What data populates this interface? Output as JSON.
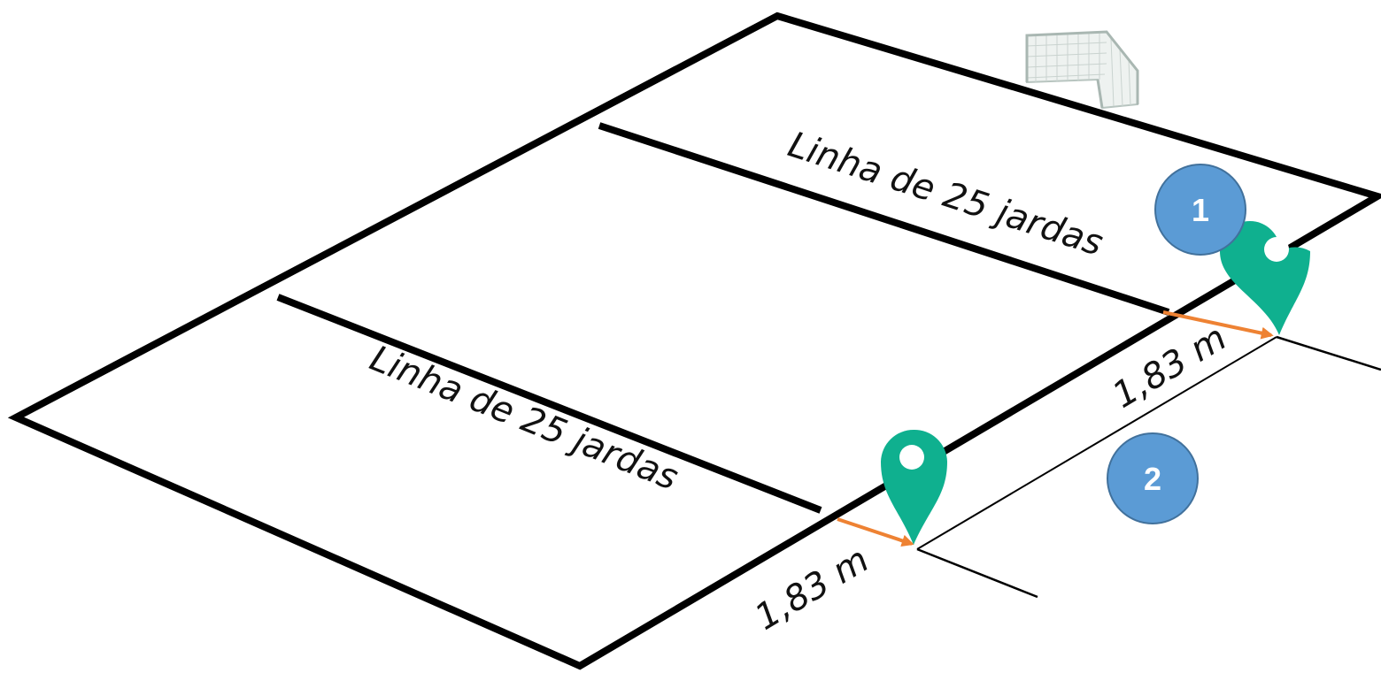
{
  "labels": {
    "line_upper": "Linha de 25 jardas",
    "line_lower": "Linha de 25 jardas",
    "distance_upper": "1,83 m",
    "distance_lower": "1,83 m"
  },
  "badges": {
    "one": "1",
    "two": "2"
  },
  "colors": {
    "field_line": "#000000",
    "marker": "#0fb08f",
    "arrow": "#ee8233",
    "badge_fill": "#5b9bd5",
    "badge_stroke": "#41719c",
    "goal_net": "#b7c4bf"
  },
  "icons": {
    "marker": "map-pin-icon",
    "goal": "goal-net-icon"
  }
}
